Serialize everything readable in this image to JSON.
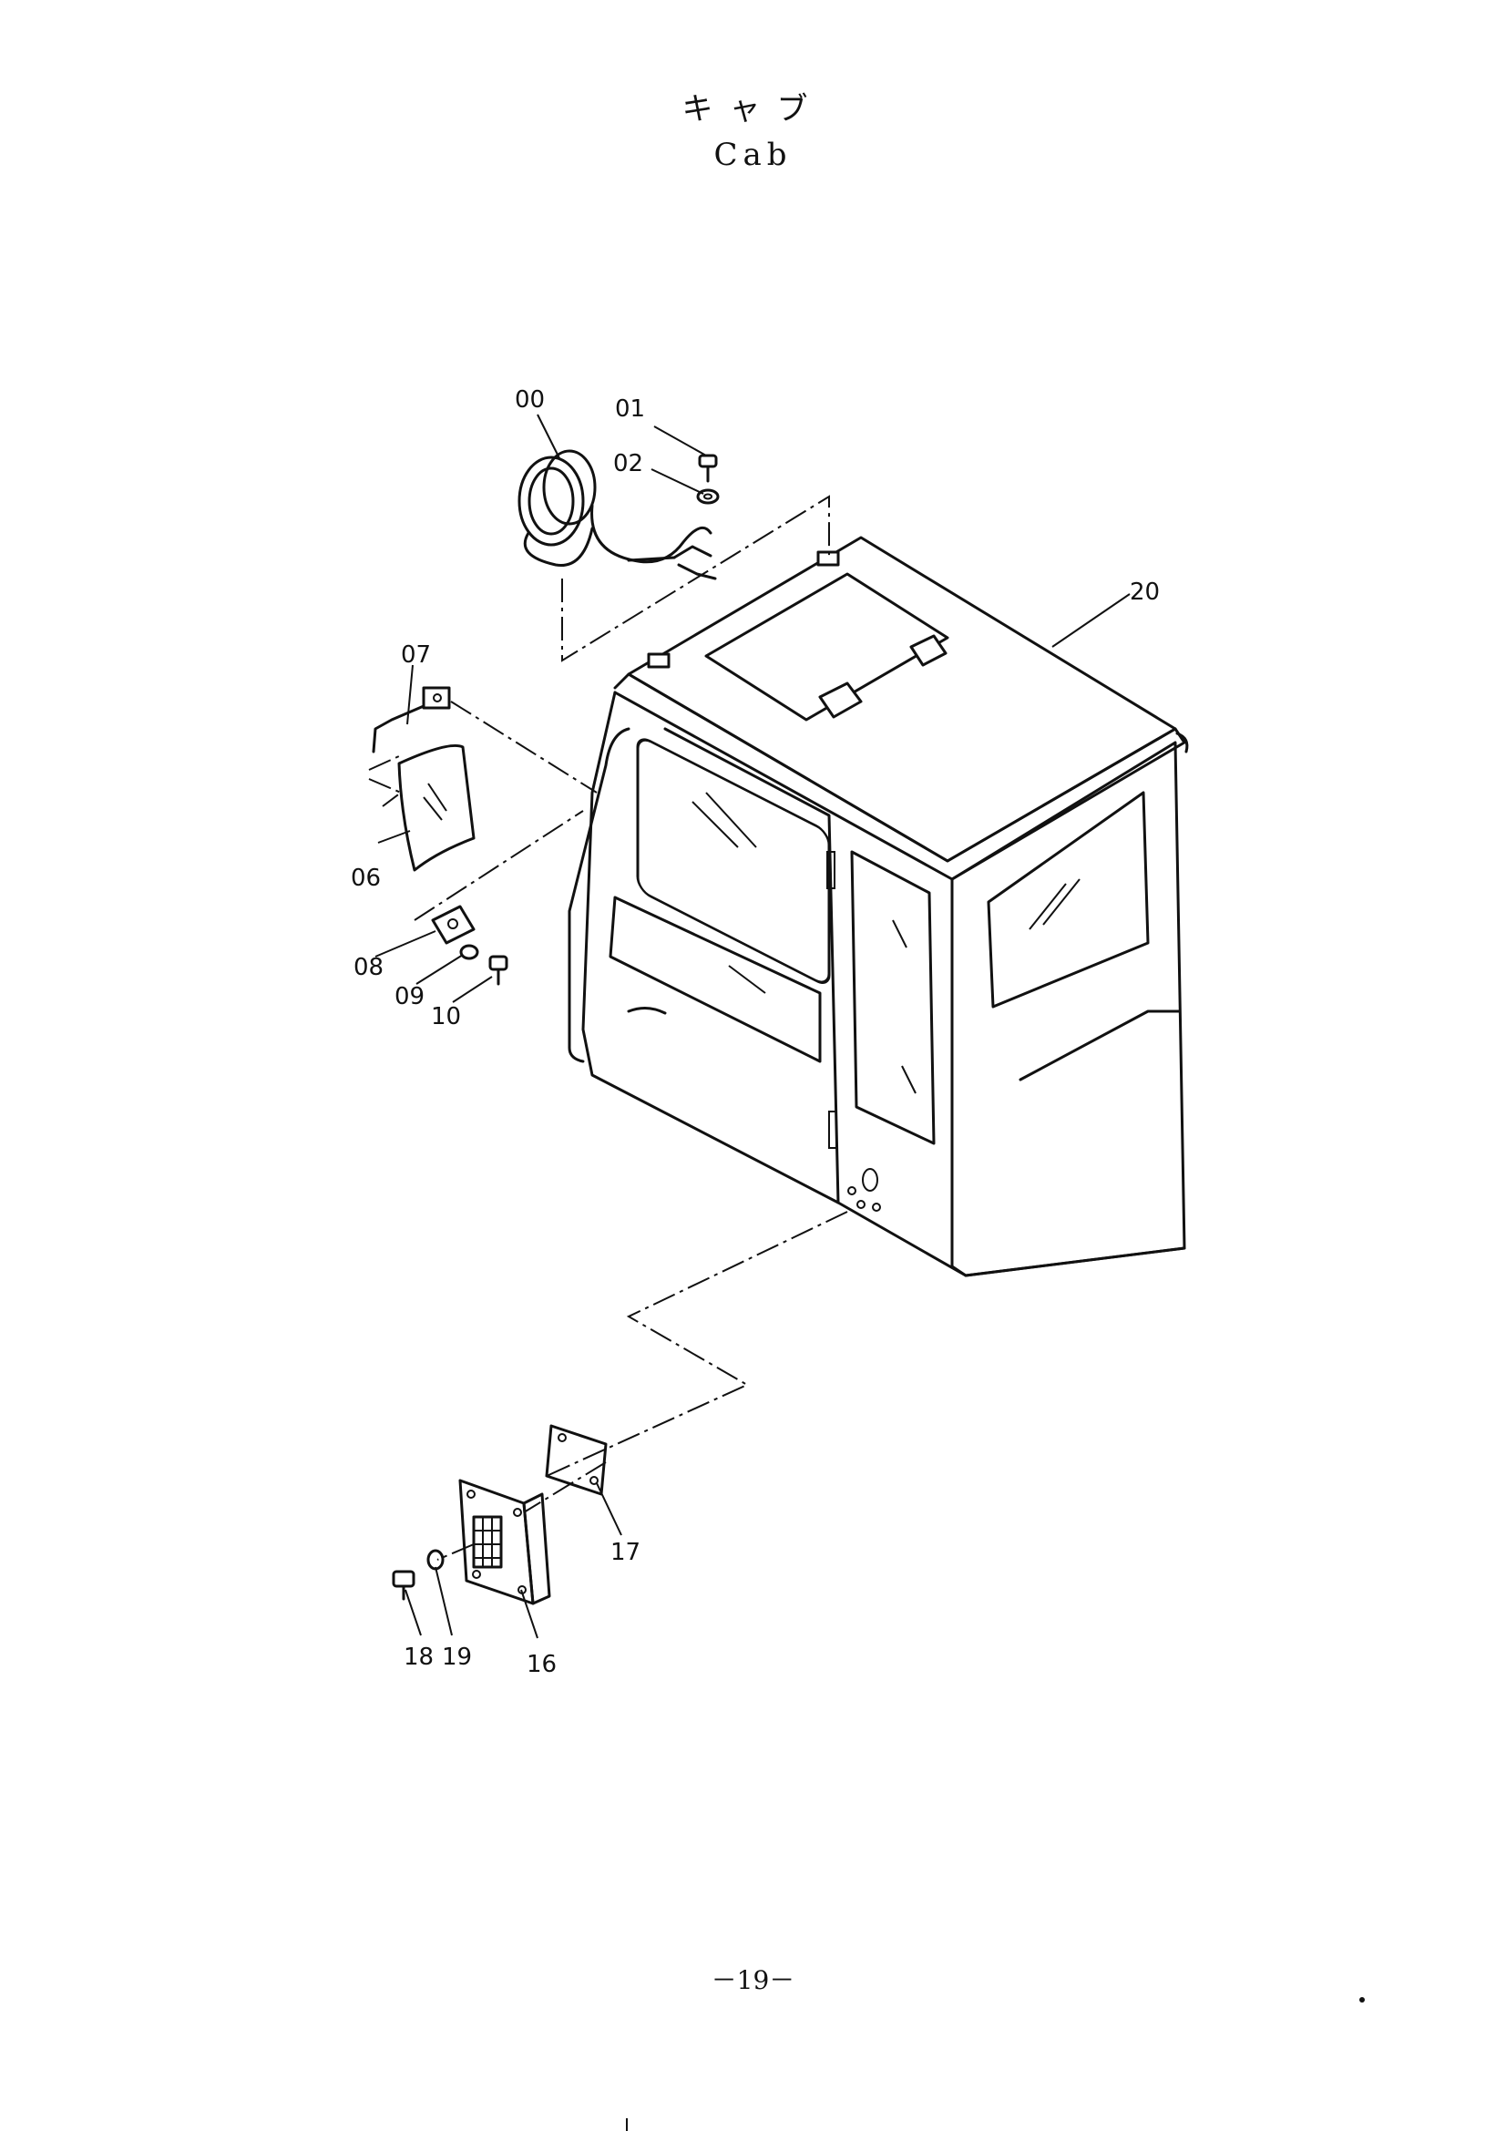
{
  "title": {
    "japanese": "キャブ",
    "english": "Cab"
  },
  "page_number": "－19－",
  "callouts": [
    {
      "id": "00",
      "label": "00"
    },
    {
      "id": "01",
      "label": "01"
    },
    {
      "id": "02",
      "label": "02"
    },
    {
      "id": "20",
      "label": "20"
    },
    {
      "id": "07",
      "label": "07"
    },
    {
      "id": "06",
      "label": "06"
    },
    {
      "id": "08",
      "label": "08"
    },
    {
      "id": "09",
      "label": "09"
    },
    {
      "id": "10",
      "label": "10"
    },
    {
      "id": "17",
      "label": "17"
    },
    {
      "id": "18",
      "label": "18"
    },
    {
      "id": "19",
      "label": "19"
    },
    {
      "id": "16",
      "label": "16"
    }
  ]
}
